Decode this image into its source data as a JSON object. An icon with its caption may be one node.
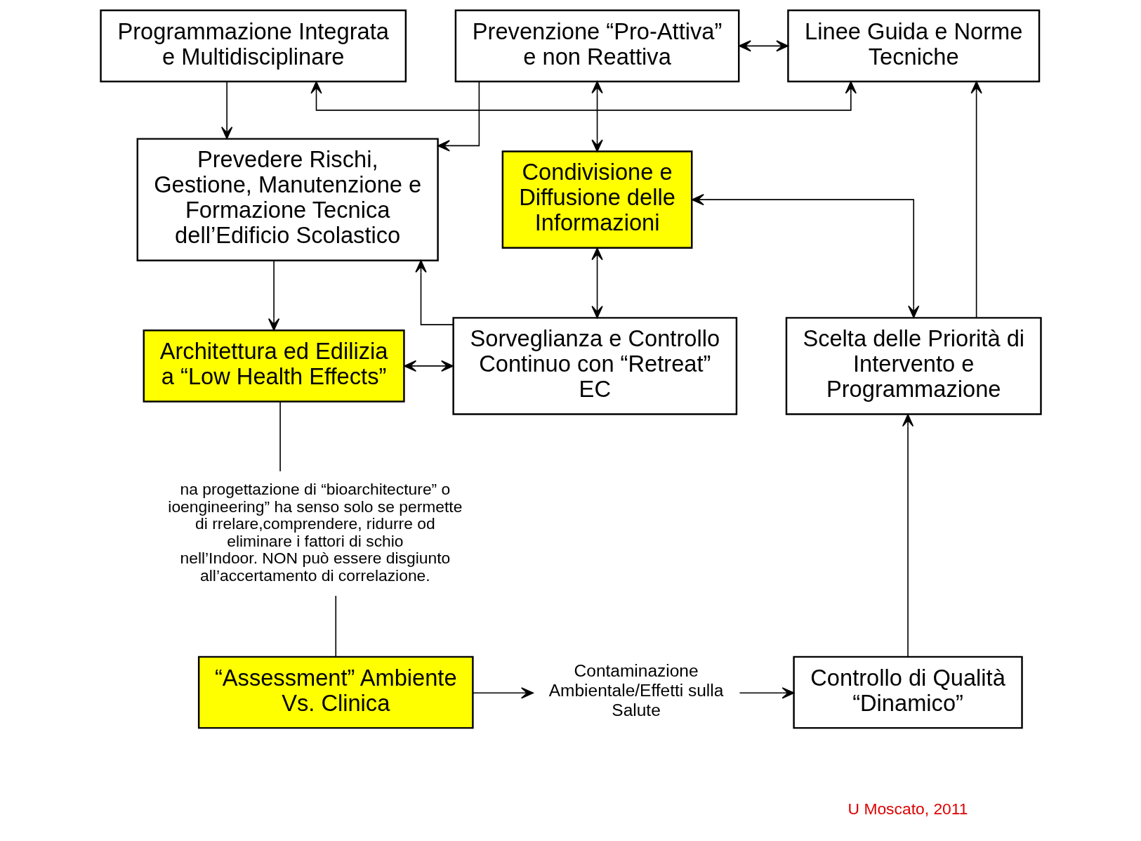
{
  "diagram": {
    "nodes": [
      {
        "text": [
          "Programmazione Integrata e Multidisciplinare"
        ]
      },
      {
        "text": [
          "Prevenzione “Pro-Attiva” e non Reattiva"
        ]
      },
      {
        "text": [
          "Linee Guida e Norme Tecniche"
        ]
      },
      {
        "text": [
          "Prevedere Rischi, Gestione, Manutenzione e Formazione Tecnica dell’Edificio Scolastico"
        ]
      },
      {
        "text": [
          "Condivisione e Diffusione delle Informazioni"
        ]
      },
      {
        "text": [
          "Scelta delle Priorità di Intervento e Programmazione"
        ]
      },
      {
        "text": [
          "Architettura ed Edilizia a “Low Health Effects”"
        ]
      },
      {
        "text": [
          "Sorveglianza e Controllo Continuo con “Retreat” EC"
        ]
      },
      {
        "text": [
          "na progettazione di “bioarchitecture” o ioengineering” ha senso solo se permette di rrelare,comprendere, ridurre od eliminare i fattori di schio nell’Indoor. NON può essere disgiunto all’accertamento di correlazione."
        ]
      },
      {
        "text": [
          "“Assessment” Ambiente Vs. Clinica"
        ]
      },
      {
        "text": [
          "Contaminazione Ambientale/Effetti sulla Salute"
        ]
      },
      {
        "text": [
          "Controllo di Qualità “Dinamico”"
        ]
      }
    ],
    "edges": [
      {
        "from": 0,
        "to": 2,
        "arrow": "both"
      },
      {
        "from": 0,
        "to": 3,
        "arrow": "to"
      },
      {
        "from": 1,
        "to": 3,
        "arrow": "to"
      },
      {
        "from": 1,
        "to": 4,
        "arrow": "both"
      },
      {
        "from": 1,
        "to": 2,
        "arrow": "both"
      },
      {
        "from": 5,
        "to": 2,
        "arrow": "to"
      },
      {
        "from": 4,
        "to": 5,
        "arrow": "both"
      },
      {
        "from": 4,
        "to": 7,
        "arrow": "both"
      },
      {
        "from": 3,
        "to": 6,
        "arrow": "to"
      },
      {
        "from": 6,
        "to": 7,
        "arrow": "both"
      },
      {
        "from": 7,
        "to": 3,
        "arrow": "to"
      },
      {
        "from": 6,
        "to": 8,
        "arrow": "none"
      },
      {
        "from": 8,
        "to": 9,
        "arrow": "none"
      },
      {
        "from": 9,
        "to": 10,
        "arrow": "to"
      },
      {
        "from": 10,
        "to": 11,
        "arrow": "to"
      },
      {
        "from": 11,
        "to": 5,
        "arrow": "to"
      }
    ],
    "labels": [
      "U Moscato, 2011"
    ]
  }
}
